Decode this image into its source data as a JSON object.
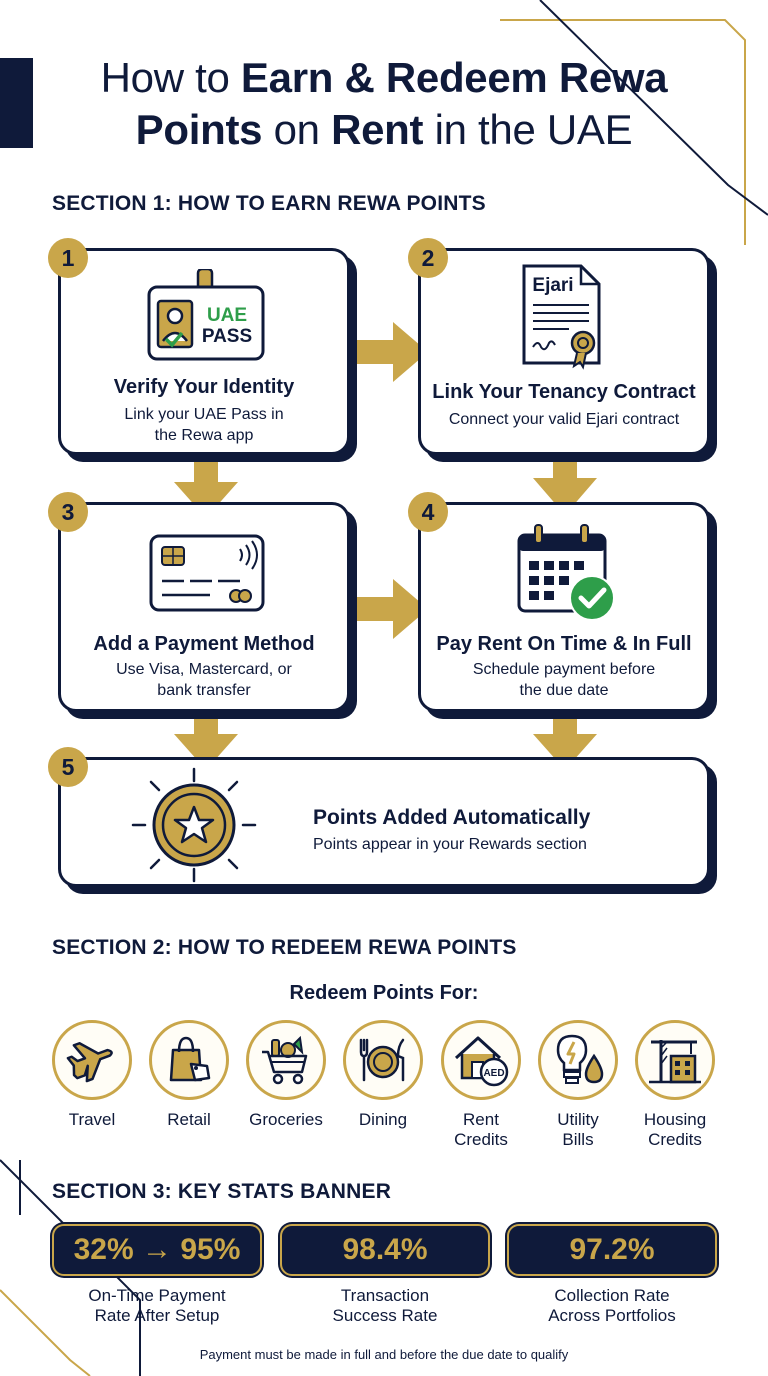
{
  "title": {
    "line1_prefix": "How to ",
    "line1_bold": "Earn & Redeem Rewa",
    "line2_bold1": "Points",
    "line2_mid": " on ",
    "line2_bold2": "Rent",
    "line2_suffix": " in the UAE"
  },
  "section1": {
    "heading": "SECTION 1: HOW TO EARN REWA POINTS",
    "steps": [
      {
        "number": "1",
        "title": "Verify Your Identity",
        "desc_line1": "Link your UAE Pass in",
        "desc_line2": "the Rewa app",
        "icon_text_top": "UAE",
        "icon_text_bottom": "PASS",
        "icon": "uae-pass-card-icon"
      },
      {
        "number": "2",
        "title": "Link Your Tenancy Contract",
        "desc_line1": "Connect your valid Ejari contract",
        "desc_line2": "",
        "icon_text_top": "Ejari",
        "icon": "ejari-document-icon"
      },
      {
        "number": "3",
        "title": "Add a Payment Method",
        "desc_line1": "Use Visa, Mastercard, or",
        "desc_line2": "bank transfer",
        "icon": "credit-card-icon"
      },
      {
        "number": "4",
        "title": "Pay Rent On Time & In Full",
        "desc_line1": "Schedule payment before",
        "desc_line2": "the due date",
        "icon": "calendar-check-icon"
      },
      {
        "number": "5",
        "title": "Points Added Automatically",
        "desc_line1": "Points appear in your Rewards section",
        "desc_line2": "",
        "icon": "star-coin-icon"
      }
    ]
  },
  "section2": {
    "heading": "SECTION 2: HOW TO REDEEM REWA POINTS",
    "subheading": "Redeem Points For:",
    "items": [
      {
        "line1": "Travel",
        "line2": "",
        "icon": "airplane-icon"
      },
      {
        "line1": "Retail",
        "line2": "",
        "icon": "shopping-bag-icon"
      },
      {
        "line1": "Groceries",
        "line2": "",
        "icon": "grocery-cart-icon"
      },
      {
        "line1": "Dining",
        "line2": "",
        "icon": "dining-icon"
      },
      {
        "line1": "Rent",
        "line2": "Credits",
        "icon": "house-aed-icon",
        "icon_text": "AED"
      },
      {
        "line1": "Utility",
        "line2": "Bills",
        "icon": "bulb-drop-icon"
      },
      {
        "line1": "Housing",
        "line2": "Credits",
        "icon": "construction-icon"
      }
    ]
  },
  "section3": {
    "heading": "SECTION 3: KEY STATS BANNER",
    "stats": [
      {
        "value": "32% → 95%",
        "line1": "On-Time Payment",
        "line2": "Rate After Setup"
      },
      {
        "value": "98.4%",
        "line1": "Transaction",
        "line2": "Success Rate"
      },
      {
        "value": "97.2%",
        "line1": "Collection Rate",
        "line2": "Across Portfolios"
      }
    ]
  },
  "footnote": "Payment must be made in full and before the due date to qualify",
  "colors": {
    "navy": "#0f1a3a",
    "gold": "#c9a64a",
    "green": "#2e9e4a"
  }
}
